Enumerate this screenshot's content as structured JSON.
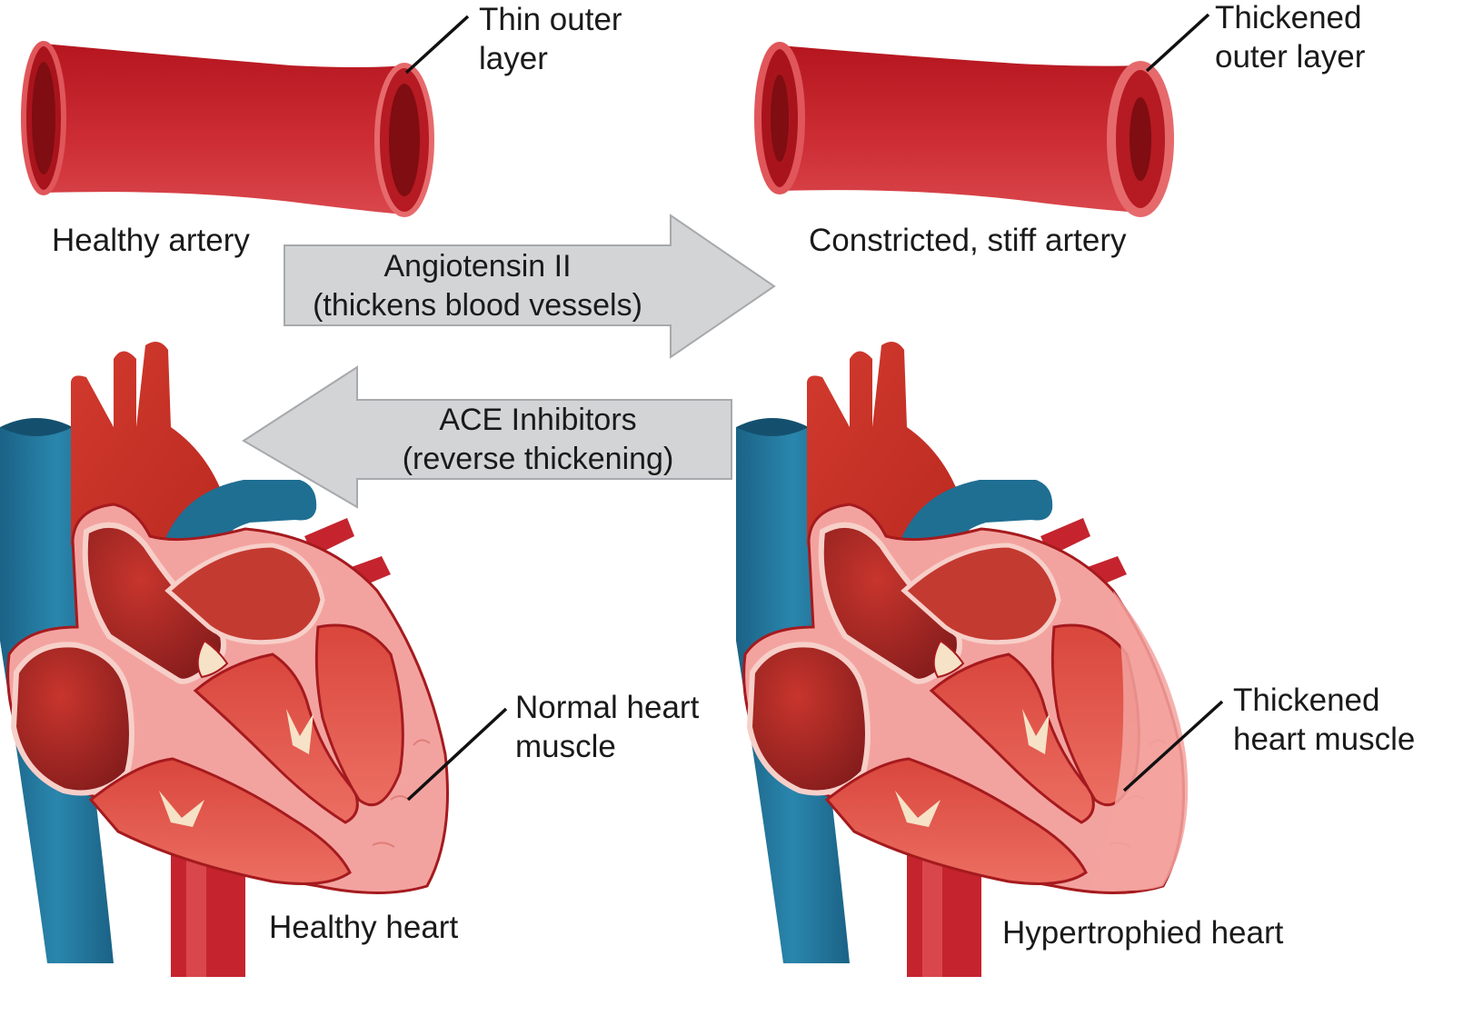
{
  "arteries": {
    "healthy": {
      "caption": "Healthy artery",
      "callout_line1": "Thin outer",
      "callout_line2": "layer"
    },
    "constricted": {
      "caption": "Constricted, stiff artery",
      "callout_line1": "Thickened",
      "callout_line2": "outer layer"
    }
  },
  "arrows": {
    "forward": {
      "line1": "Angiotensin II",
      "line2": "(thickens blood vessels)"
    },
    "reverse": {
      "line1": "ACE Inhibitors",
      "line2": "(reverse thickening)"
    }
  },
  "hearts": {
    "healthy": {
      "caption": "Healthy heart",
      "callout_line1": "Normal heart",
      "callout_line2": "muscle"
    },
    "hypertrophied": {
      "caption": "Hypertrophied heart",
      "callout_line1": "Thickened",
      "callout_line2": "heart muscle"
    }
  },
  "colors": {
    "artery_red": "#c5242e",
    "vein_blue": "#1f6f93",
    "muscle_pink": "#f29c98",
    "chamber_red": "#e2574c",
    "arrow_grey": "#d3d4d6"
  }
}
